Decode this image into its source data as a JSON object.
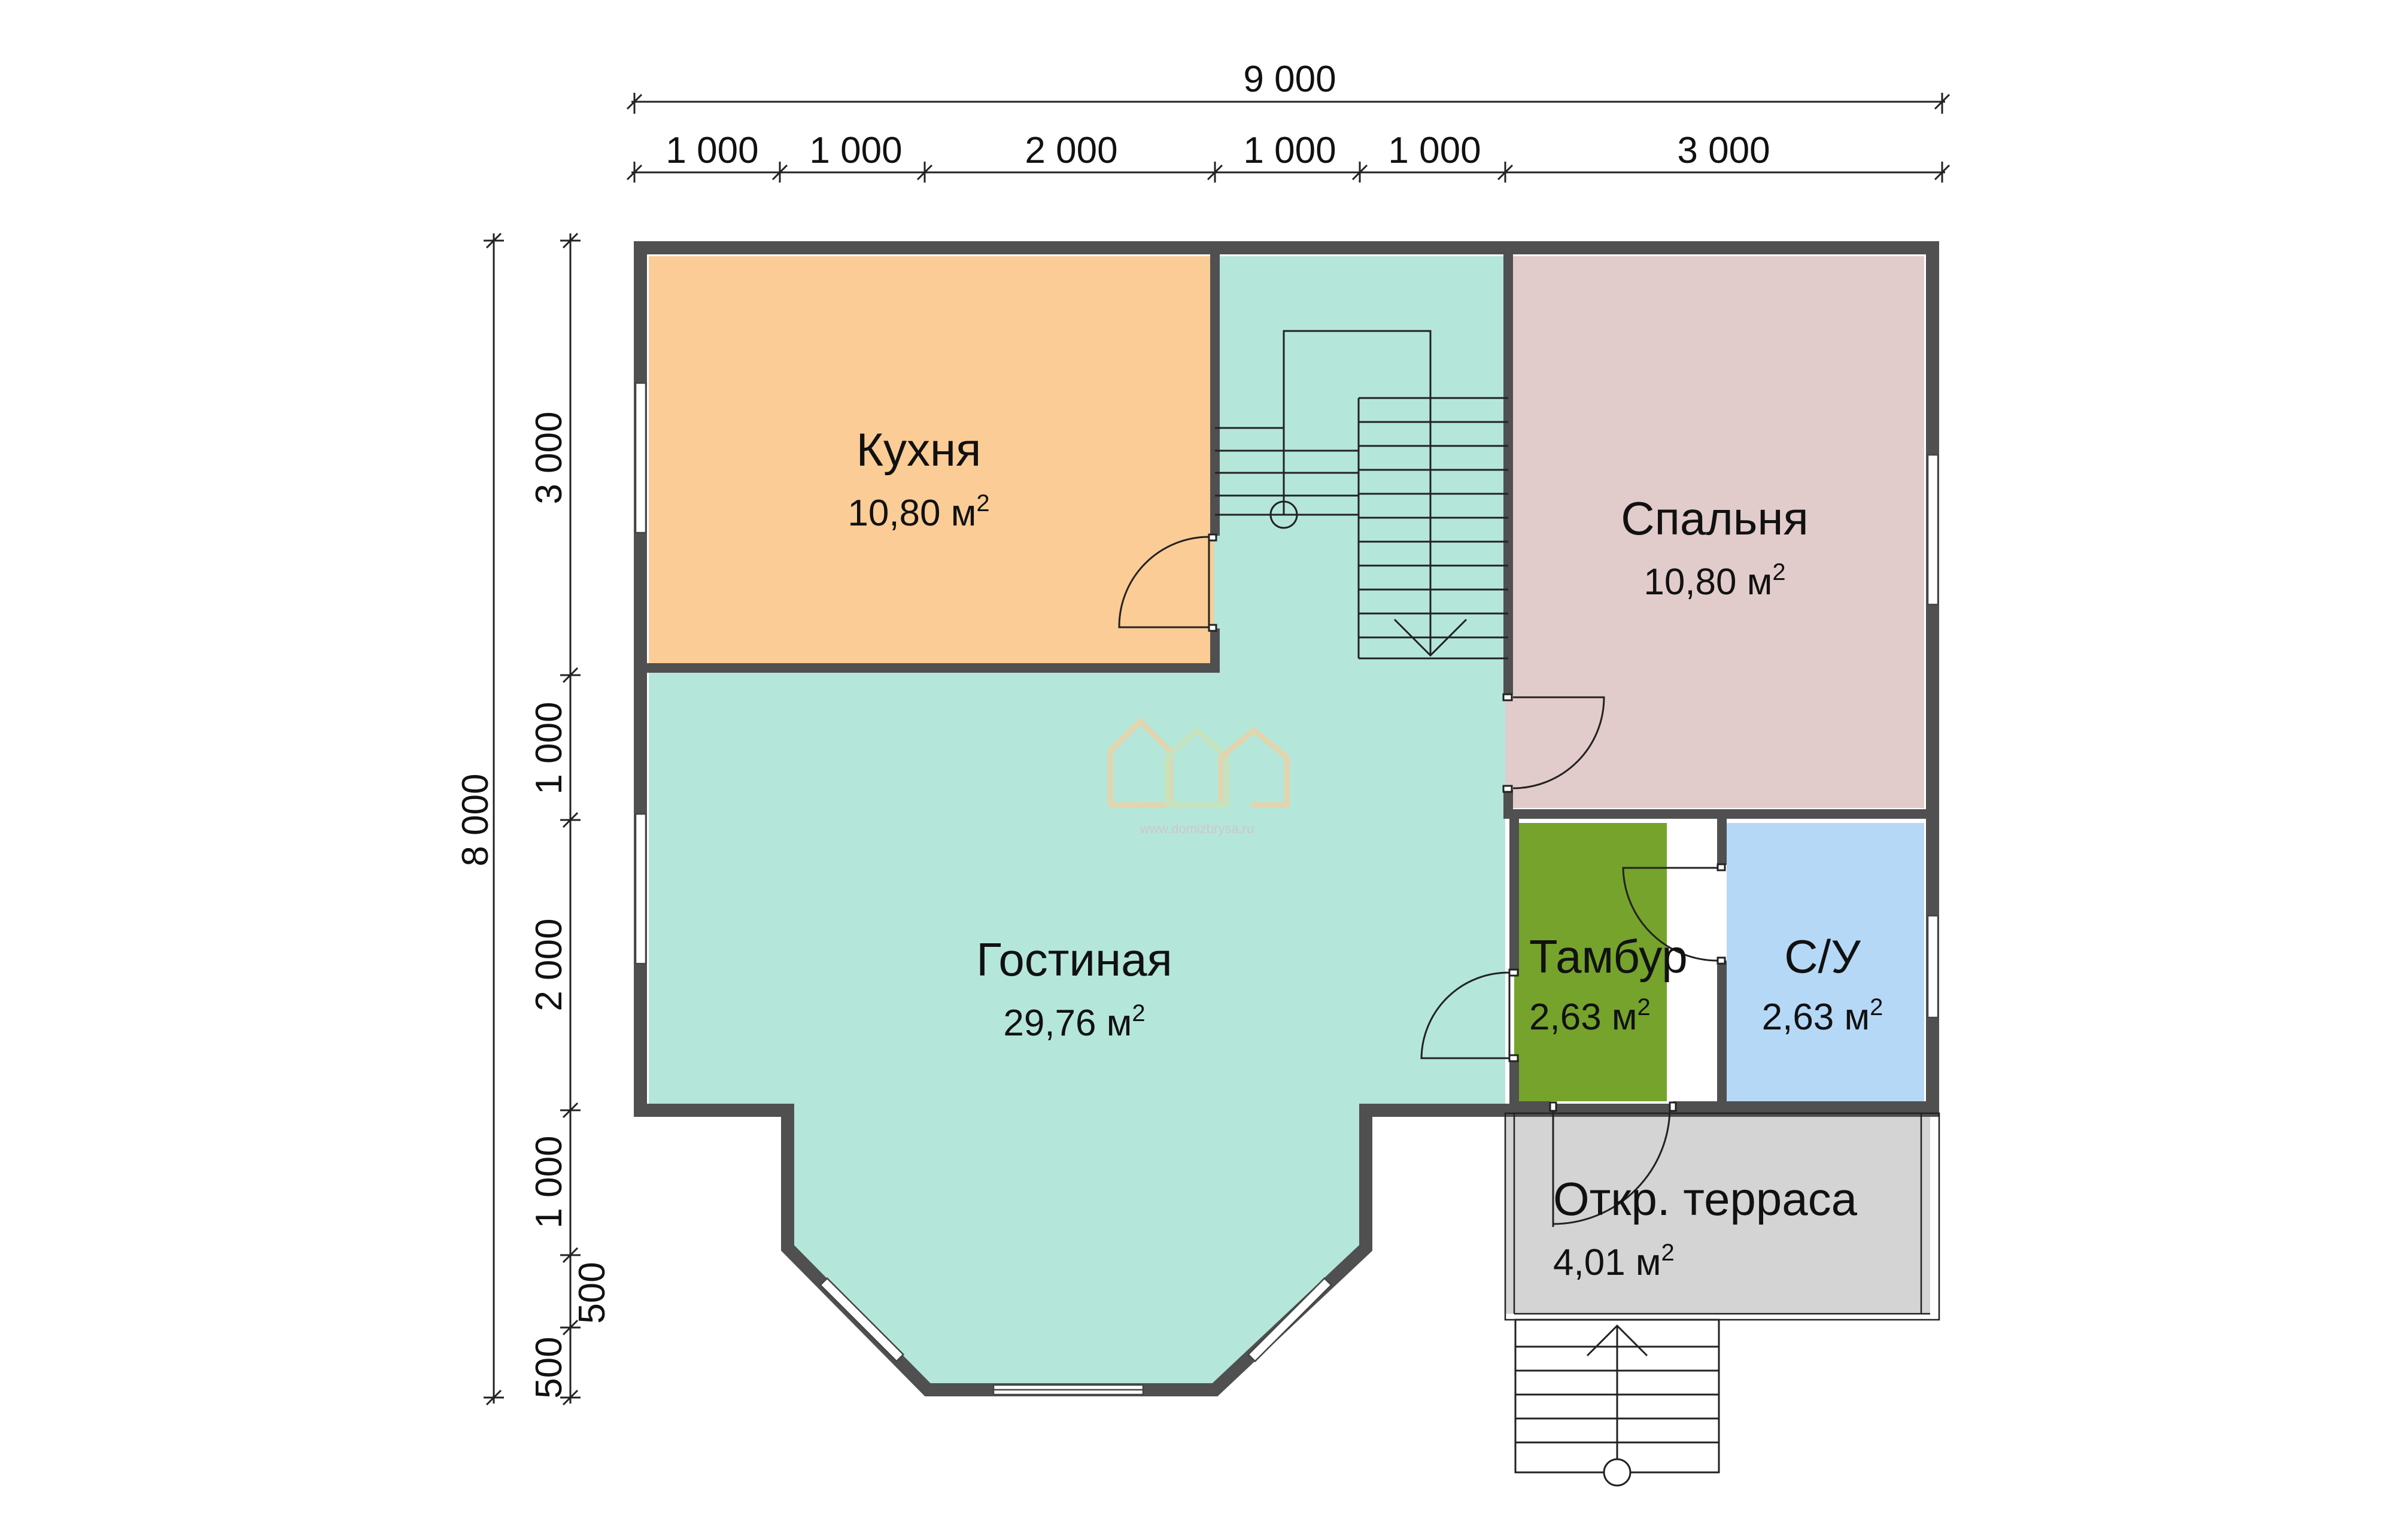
{
  "dimensions": {
    "top_total": "9 000",
    "top_segments": [
      "1 000",
      "1 000",
      "2 000",
      "1 000",
      "1 000",
      "3 000"
    ],
    "left_total": "8 000",
    "left_segments": [
      "3 000",
      "1 000",
      "2 000",
      "1 000",
      "500",
      "500"
    ]
  },
  "rooms": [
    {
      "name": "Кухня",
      "area": "10,80 м",
      "color": "#fccc96"
    },
    {
      "name": "Спальня",
      "area": "10,80 м",
      "color": "#e2cccb"
    },
    {
      "name": "Гостиная",
      "area": "29,76 м",
      "color": "#b5e6da"
    },
    {
      "name": "Тамбур",
      "area": "2,63 м",
      "color": "#75a32c"
    },
    {
      "name": "С/У",
      "area": "2,63 м",
      "color": "#b5d8f7"
    },
    {
      "name": "Откр. терраса",
      "area": "4,01 м",
      "color": "#d4d4d4"
    }
  ],
  "area_unit_power": "2",
  "watermark": "www.domizbrysa.ru",
  "colors": {
    "wall": "#505050",
    "hall": "#b5e6da"
  }
}
